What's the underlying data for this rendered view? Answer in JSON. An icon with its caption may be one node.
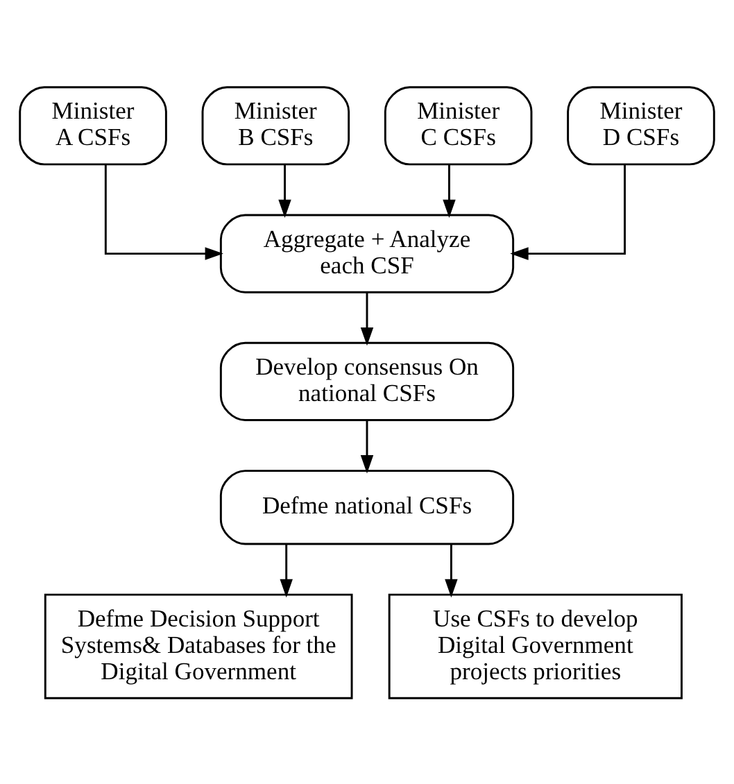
{
  "diagram": {
    "nodes": [
      {
        "text": [
          "Minister A CSFs"
        ]
      },
      {
        "text": [
          "Minister B CSFs"
        ]
      },
      {
        "text": [
          "Minister C CSFs"
        ]
      },
      {
        "text": [
          "Minister D CSFs"
        ]
      },
      {
        "text": [
          "Aggregate + Analyze each CSF"
        ]
      },
      {
        "text": [
          "Develop consensus On national CSFs"
        ]
      },
      {
        "text": [
          "Defme national CSFs"
        ]
      },
      {
        "text": [
          "Defme Decision Support Systems& Databases for the Digital Government"
        ]
      },
      {
        "text": [
          "Use CSFs to develop Digital Government projects priorities"
        ]
      }
    ],
    "edges": [
      {
        "from": 0,
        "to": 4,
        "arrow": "to"
      },
      {
        "from": 1,
        "to": 4,
        "arrow": "to"
      },
      {
        "from": 2,
        "to": 4,
        "arrow": "to"
      },
      {
        "from": 3,
        "to": 4,
        "arrow": "to"
      },
      {
        "from": 4,
        "to": 5,
        "arrow": "to"
      },
      {
        "from": 5,
        "to": 6,
        "arrow": "to"
      },
      {
        "from": 6,
        "to": 7,
        "arrow": "to"
      },
      {
        "from": 6,
        "to": 8,
        "arrow": "to"
      }
    ]
  }
}
